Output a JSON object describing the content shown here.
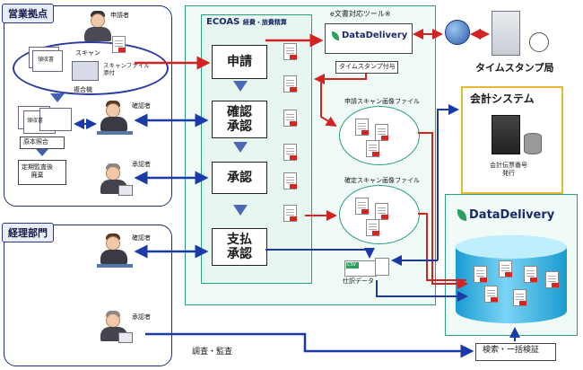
{
  "regions": {
    "sales_office": "営業拠点",
    "accounting_dept": "経理部門"
  },
  "roles": {
    "applicant": "申請者",
    "confirmer": "確認者",
    "approver": "承認者"
  },
  "sales_office": {
    "scan": "スキャン",
    "scan_attach": "スキャンファイル\n添付",
    "mfp": "複合機",
    "receipt": "領収書",
    "original_check": "原本照合",
    "disposal": "定期監査後\n廃棄"
  },
  "ecoas": {
    "name": "ECOAS",
    "subtitle": "経費・旅費精算",
    "steps": [
      "申請",
      "確認\n承認",
      "承認",
      "支払\n承認"
    ]
  },
  "edoc": {
    "label": "e文書対応ツール※",
    "logo": "DataDelivery",
    "timestamp_tag": "タイムスタンプ付与"
  },
  "timestamp_authority": "タイムスタンプ局",
  "accounting_system": {
    "title": "会計システム",
    "caption": "会計伝票番号\n発行"
  },
  "files": {
    "application_scan": "申請スキャン画像ファイル",
    "confirmed_scan": "確定スキャン画像ファイル",
    "journal": "仕訳データ",
    "csv": "CSV"
  },
  "archive": {
    "logo": "DataDelivery",
    "search": "検索・一括検証"
  },
  "audit": "調査・監査",
  "colors": {
    "red_arrow": "#d22222",
    "blue_arrow": "#1a3aa8",
    "green_frame": "#2aa080",
    "gold_frame": "#e8b830"
  }
}
